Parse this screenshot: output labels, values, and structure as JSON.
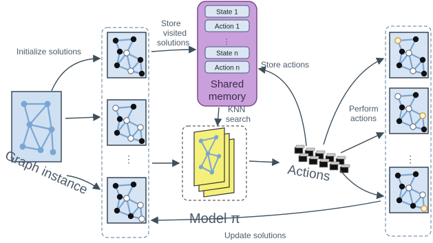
{
  "labels": {
    "initialize": "Initialize solutions",
    "graph_instance": "Graph instance",
    "store_visited_1": "Store",
    "store_visited_2": "visited",
    "store_visited_3": "solutions",
    "store_actions": "Store actions",
    "knn_1": "KNN",
    "knn_2": "search",
    "perform_1": "Perform",
    "perform_2": "actions",
    "actions": "Actions",
    "model": "Model π",
    "update": "Update solutions",
    "ellipsis": "⋮"
  },
  "memory": {
    "states": [
      "State 1",
      "Action 1",
      "State n",
      "Action n"
    ],
    "title_1": "Shared",
    "title_2": "memory",
    "dots": "⋮"
  },
  "colors": {
    "memory_fill": "#c9a0dc",
    "memory_border": "#7a4a8a",
    "tile_fill": "#d6e4f4",
    "model_fill": "#f5f07a",
    "arrow": "#3d4f5c",
    "text": "#4a5a6a"
  }
}
